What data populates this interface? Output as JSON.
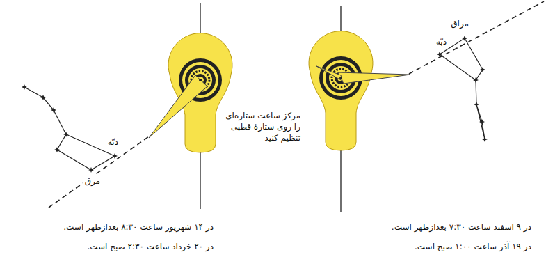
{
  "diagram": {
    "labels": [
      "مراق",
      "دبّه",
      "دبّه",
      "مرق",
      "مرکز ساعت ستاره‌ای را روی ستارهٔ قطبی تنظیم کنید",
      "در ۱۴ شهریور ساعت ۸:۳۰ بعدازظهر است.",
      "در ۲۰ خرداد ساعت ۲:۳۰ صبح است.",
      "در ۹ اسفند ساعت ۷:۳۰ بعدازظهر است.",
      "در ۱۹ آذر ساعت ۱:۰۰ صبح است."
    ]
  }
}
